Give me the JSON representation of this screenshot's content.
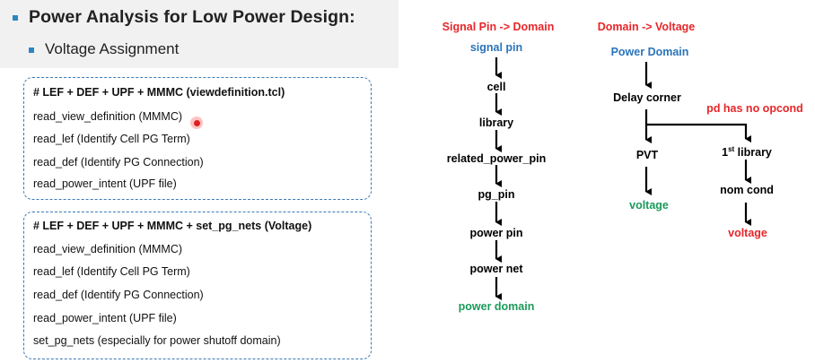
{
  "header": {
    "title": "Power Analysis for Low Power Design:",
    "subtitle": "Voltage Assignment"
  },
  "box1": {
    "heading": "# LEF + DEF + UPF + MMMC  (viewdefinition.tcl)",
    "lines": [
      "read_view_definition   (MMMC)",
      "read_lef   (Identify Cell PG Term)",
      "read_def   (Identify PG Connection)",
      "read_power_intent   (UPF file)"
    ]
  },
  "box2": {
    "heading": "# LEF + DEF + UPF + MMMC + set_pg_nets  (Voltage)",
    "lines": [
      "read_view_definition   (MMMC)",
      "read_lef   (Identify Cell PG Term)",
      "read_def   (Identify PG Connection)",
      "read_power_intent   (UPF file)",
      "set_pg_nets   (especially for power shutoff domain)"
    ]
  },
  "flow1": {
    "title": "Signal Pin -> Domain",
    "nodes": [
      "signal pin",
      "cell",
      "library",
      "related_power_pin",
      "pg_pin",
      "power pin",
      "power net",
      "power domain"
    ]
  },
  "flow2": {
    "title": "Domain -> Voltage",
    "nodes": [
      "Power Domain",
      "Delay corner",
      "PVT",
      "voltage"
    ],
    "branch_note": "pd has no opcond",
    "branch_first": "1",
    "branch_sup": "st",
    "branch_library": " library",
    "branch_nodes": [
      "nom cond",
      "voltage"
    ]
  },
  "colors": {
    "accent_blue": "#2a74bb",
    "accent_red": "#e8262a",
    "accent_green": "#1c9a5c",
    "bullet": "#2e86c1",
    "box_border": "#3a79b5"
  }
}
